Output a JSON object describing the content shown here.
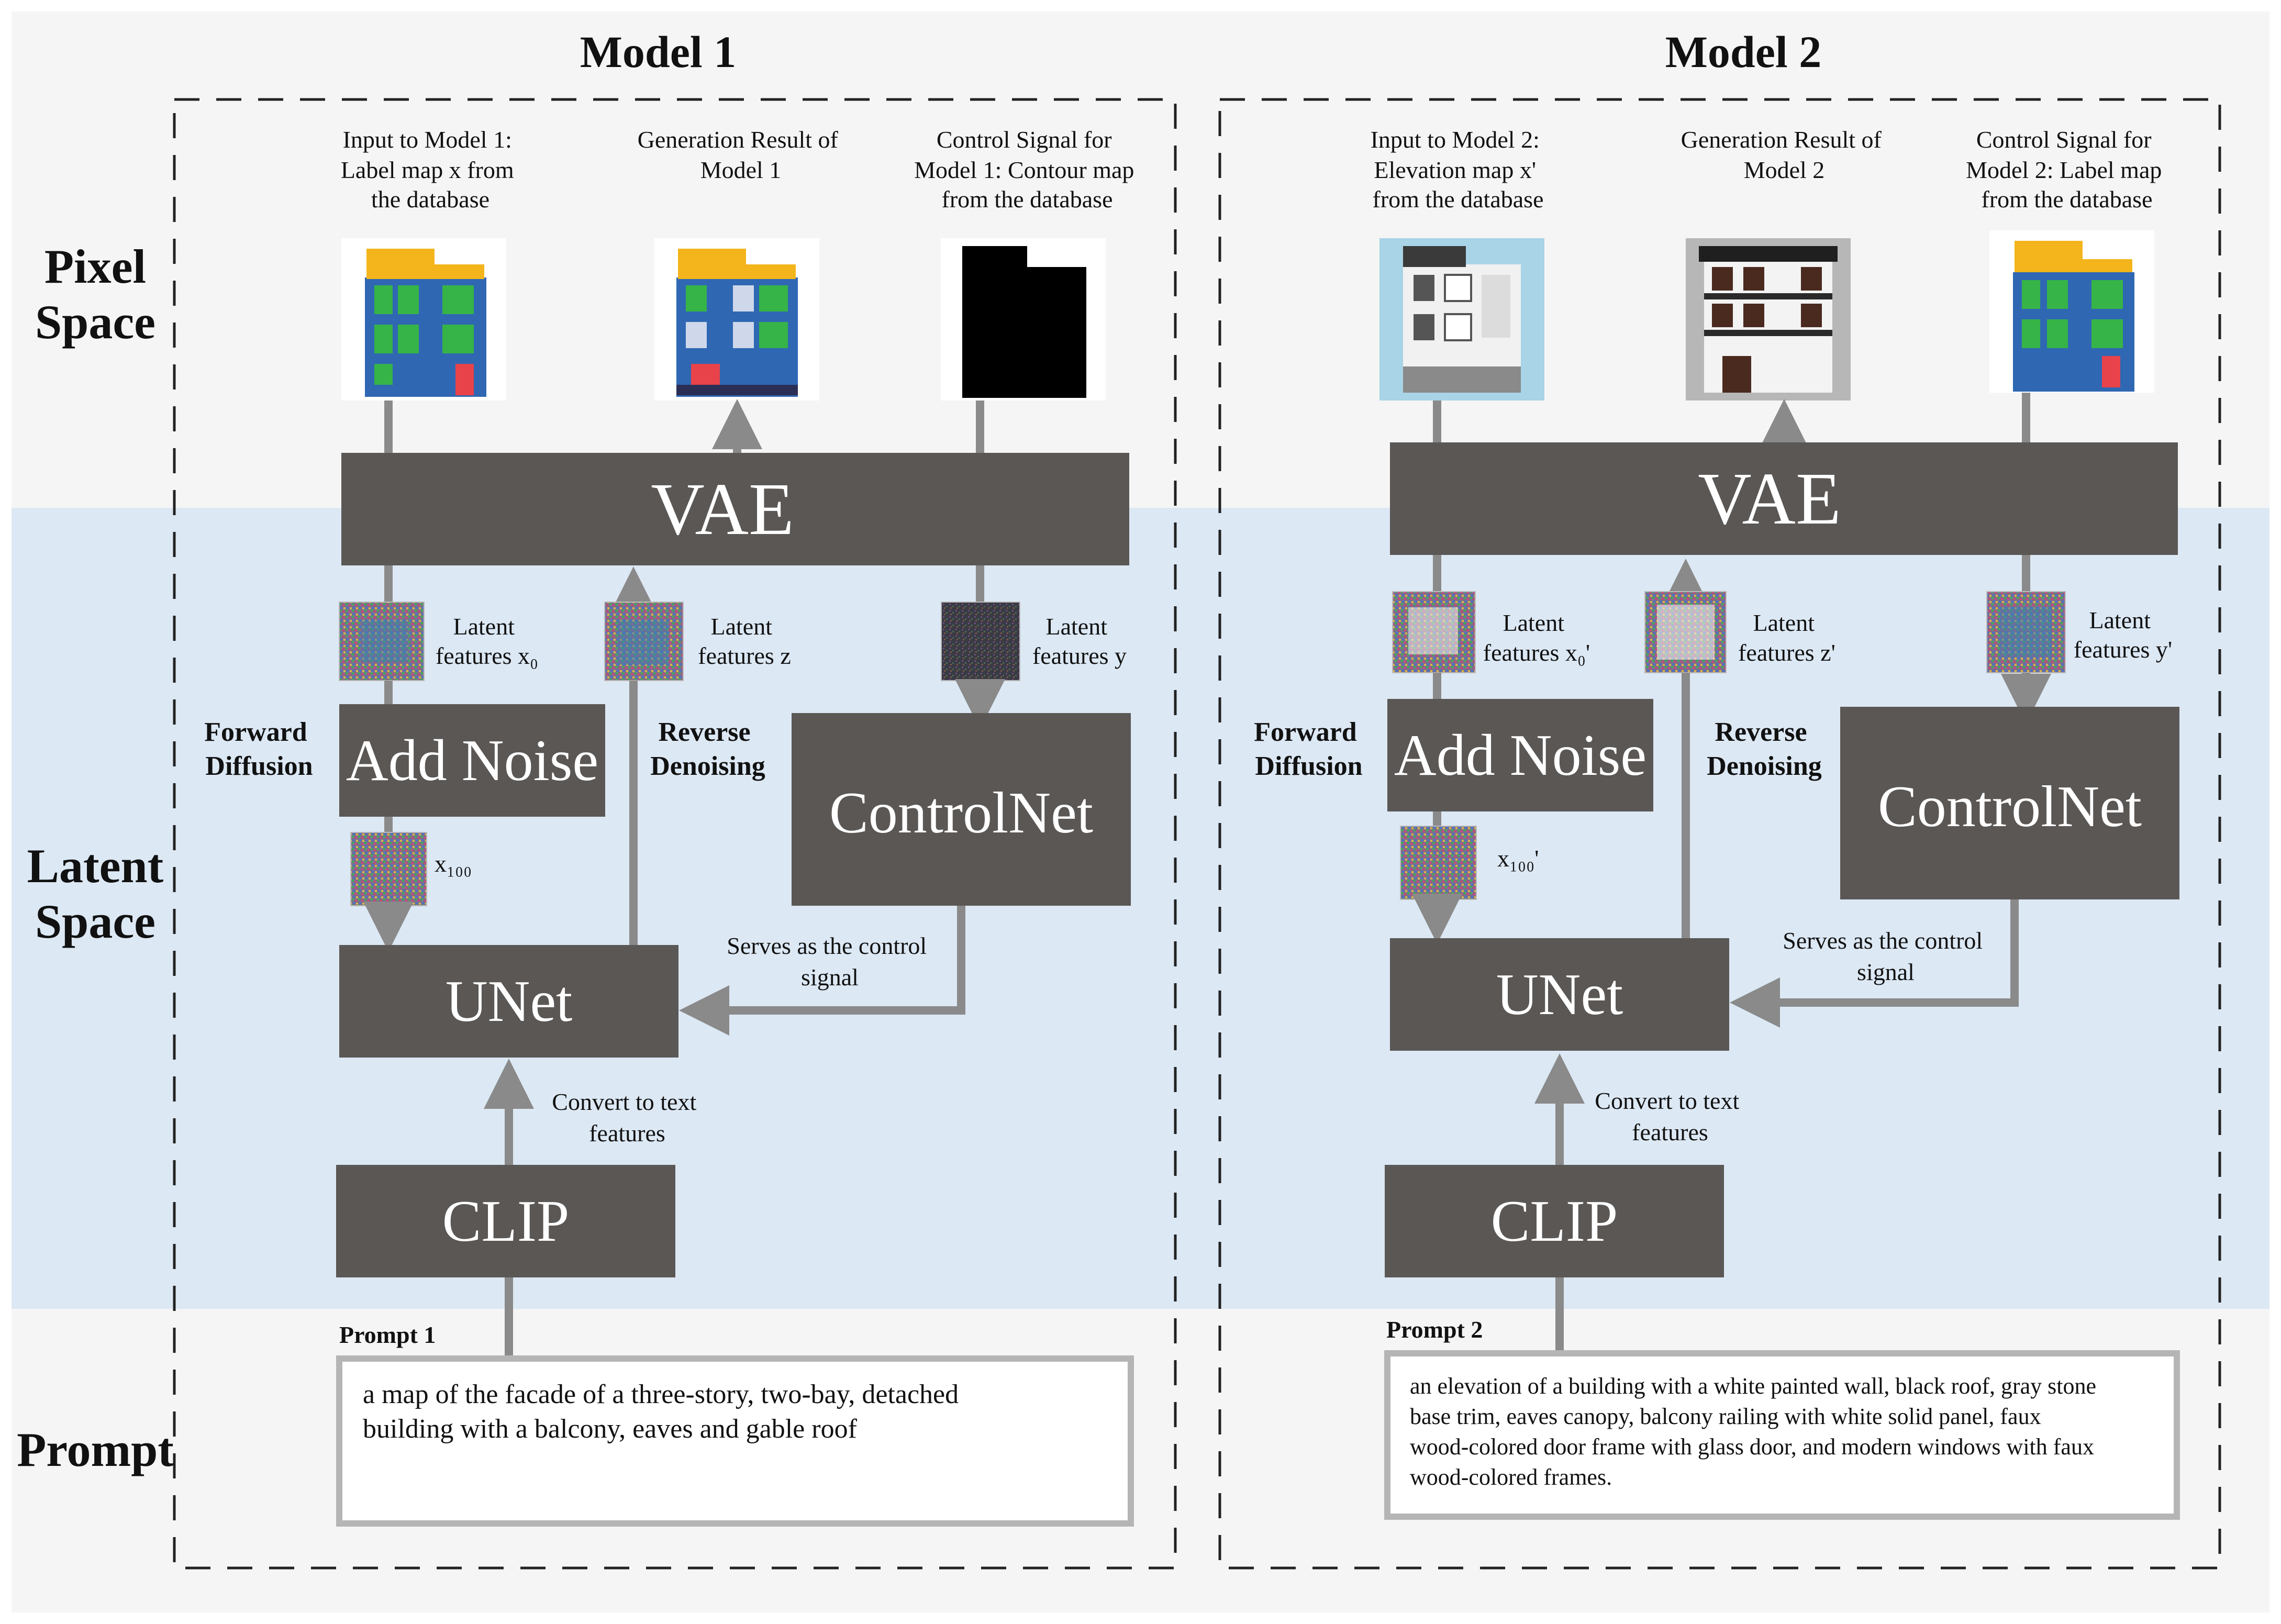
{
  "sections": {
    "pixel_space": "Pixel Space",
    "latent_space": "Latent Space",
    "prompt": "Prompt"
  },
  "model1": {
    "title": "Model 1",
    "input_caption": [
      "Input to Model 1:",
      "Label map x from",
      "the database"
    ],
    "result_caption": [
      "Generation Result of",
      "Model 1"
    ],
    "control_caption": [
      "Control Signal for",
      "Model 1: Contour map",
      "from the database"
    ],
    "vae": "VAE",
    "latent_x": [
      "Latent",
      "features x₀"
    ],
    "latent_z": [
      "Latent",
      "features z"
    ],
    "latent_y": [
      "Latent",
      "features y"
    ],
    "forward": [
      "Forward",
      "Diffusion"
    ],
    "reverse": [
      "Reverse",
      "Denoising"
    ],
    "add_noise": "Add Noise",
    "controlnet": "ControlNet",
    "x100": "x₁₀₀",
    "unet": "UNet",
    "control_signal": [
      "Serves as the control",
      "signal"
    ],
    "convert": [
      "Convert to text",
      "features"
    ],
    "clip": "CLIP",
    "prompt_label": "Prompt 1",
    "prompt_text": [
      "a map of the facade of a three-story, two-bay, detached",
      "building with a balcony, eaves and gable roof"
    ]
  },
  "model2": {
    "title": "Model 2",
    "input_caption": [
      "Input to Model 2:",
      "Elevation map x'",
      "from the database"
    ],
    "result_caption": [
      "Generation Result of",
      "Model 2"
    ],
    "control_caption": [
      "Control Signal for",
      "Model 2: Label map",
      "from the database"
    ],
    "vae": "VAE",
    "latent_x": [
      "Latent",
      "features x₀'"
    ],
    "latent_z": [
      "Latent",
      "features z'"
    ],
    "latent_y": [
      "Latent",
      "features y'"
    ],
    "forward": [
      "Forward",
      "Diffusion"
    ],
    "reverse": [
      "Reverse",
      "Denoising"
    ],
    "add_noise": "Add Noise",
    "controlnet": "ControlNet",
    "x100": "x₁₀₀'",
    "unet": "UNet",
    "control_signal": [
      "Serves as the control",
      "signal"
    ],
    "convert": [
      "Convert to text",
      "features"
    ],
    "clip": "CLIP",
    "prompt_label": "Prompt 2",
    "prompt_text": [
      "an elevation of a building with a white painted wall, black roof, gray stone",
      "base trim, eaves canopy, balcony railing with white solid panel, faux",
      "wood-colored door frame with glass door, and modern windows with faux",
      "wood-colored frames."
    ]
  },
  "colors": {
    "box": "#5a5755",
    "arrow": "#8a8a8a",
    "latent_band": "#dce8f4",
    "pixel_band": "#f5f5f5",
    "facade_blue": "#2f67b3",
    "facade_green": "#36b447",
    "facade_yellow": "#f3b51b",
    "facade_red": "#e8434a"
  }
}
